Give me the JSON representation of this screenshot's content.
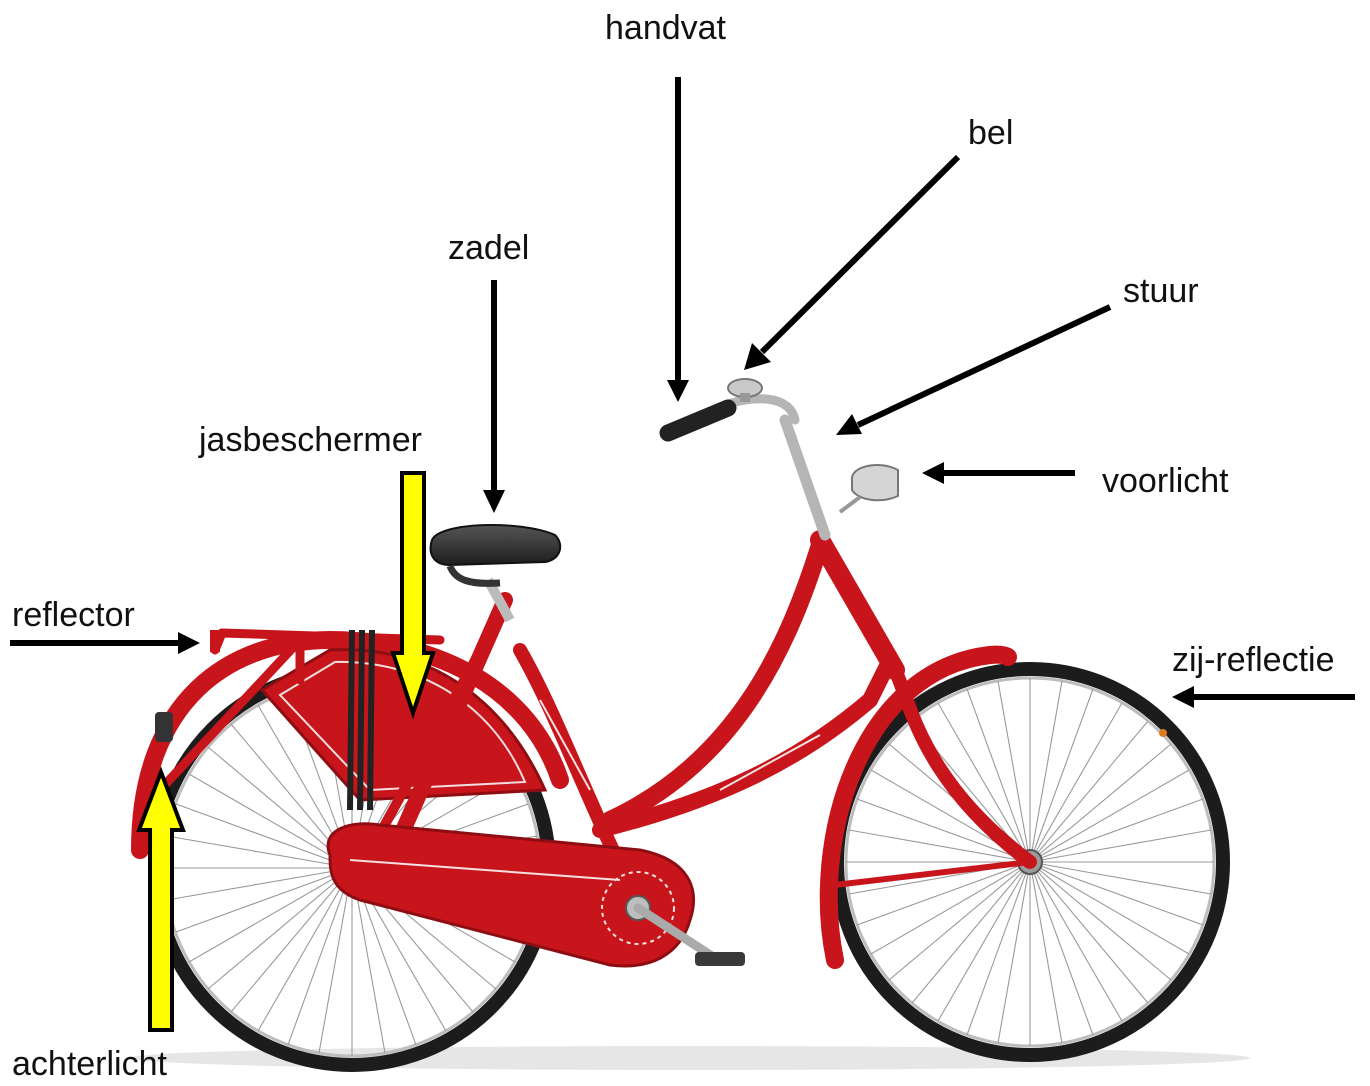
{
  "labels": {
    "handvat": "handvat",
    "bel": "bel",
    "zadel": "zadel",
    "stuur": "stuur",
    "jasbeschermer": "jasbeschermer",
    "voorlicht": "voorlicht",
    "reflector": "reflector",
    "zij_reflectie": "zij-reflectie",
    "achterlicht": "achterlicht"
  },
  "colors": {
    "frame": "#c8151b",
    "frame_dark": "#8e0d12",
    "tire": "#1c1c1c",
    "arrow": "#000000",
    "highlight_arrow": "#ffff00",
    "label_text": "#111111"
  }
}
